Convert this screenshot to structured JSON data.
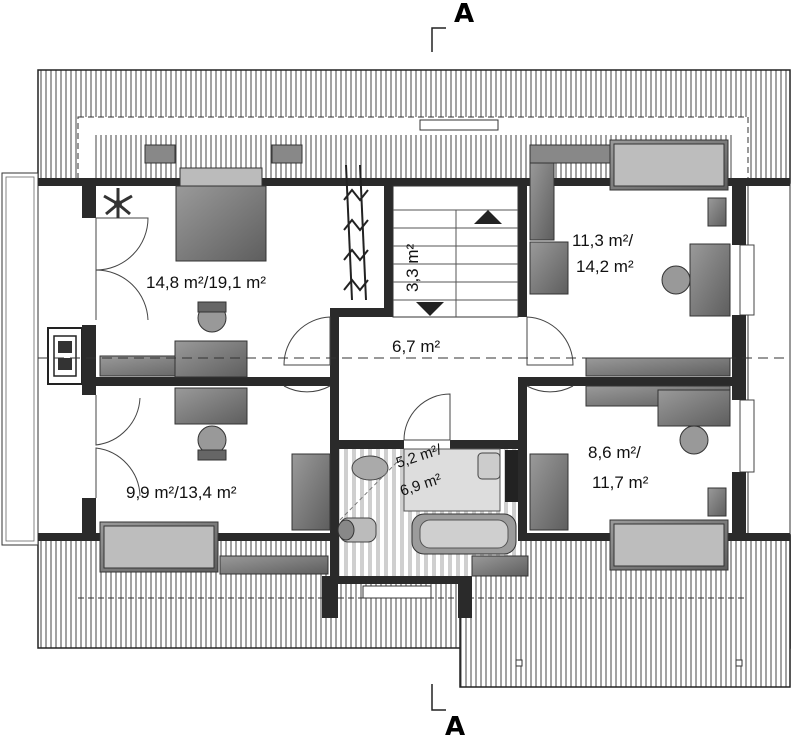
{
  "section_marker": {
    "top": "A",
    "bottom": "A"
  },
  "rooms": [
    {
      "id": "bedroom-1",
      "area": "14,8 m²/19,1 m²"
    },
    {
      "id": "bedroom-2",
      "area": "9,9 m²/13,4 m²"
    },
    {
      "id": "hall",
      "area": "6,7 m²"
    },
    {
      "id": "stairs",
      "area": "3,3 m²"
    },
    {
      "id": "bedroom-3",
      "area_line1": "11,3 m²/",
      "area_line2": "14,2 m²"
    },
    {
      "id": "bedroom-4",
      "area_line1": "8,6 m²/",
      "area_line2": "11,7 m²"
    },
    {
      "id": "bathroom",
      "area_line1": "5,2 m²/",
      "area_line2": "6,9 m²"
    }
  ],
  "colors": {
    "wall": "#2a2a2a",
    "furniture": "#7a7a7a",
    "roof_line": "#555555",
    "floor": "#ffffff"
  }
}
